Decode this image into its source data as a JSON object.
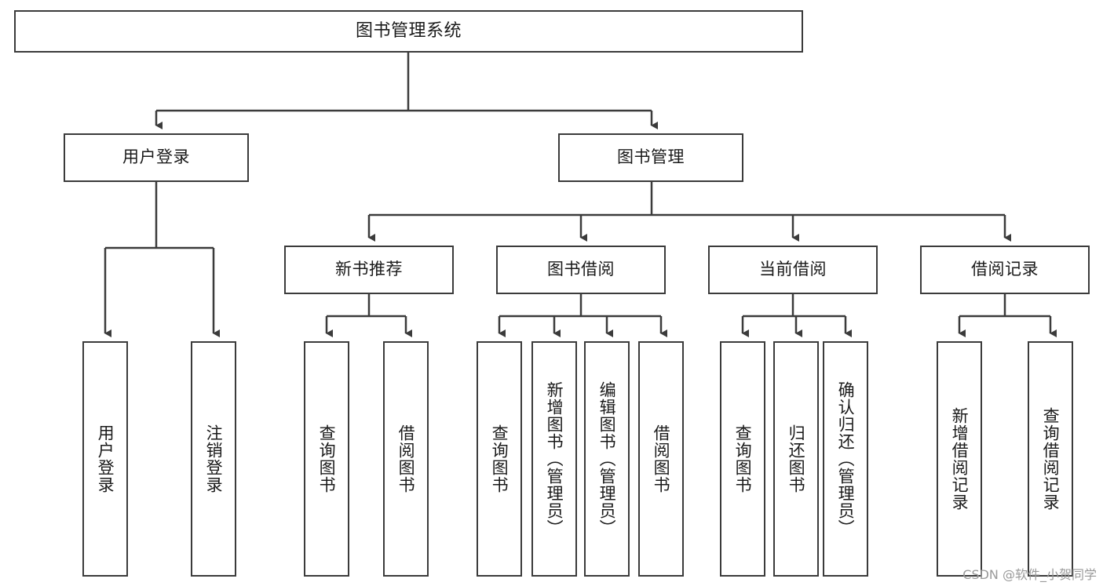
{
  "diagram": {
    "type": "tree-hierarchy",
    "title": "图书管理系统",
    "watermark": "CSDN @软件_小贺同学",
    "colors": {
      "box_border": "#3b3b3b",
      "box_fill": "#ffffff",
      "connector": "#3b3b3b",
      "text": "#1a1a1a",
      "watermark": "#9a9a9a",
      "background": "#ffffff"
    },
    "root": {
      "label": "图书管理系统"
    },
    "level2": [
      {
        "id": "user-login",
        "label": "用户登录"
      },
      {
        "id": "book-management",
        "label": "图书管理"
      }
    ],
    "level3": [
      {
        "id": "new-book-recommend",
        "label": "新书推荐",
        "parent": "book-management"
      },
      {
        "id": "book-borrow",
        "label": "图书借阅",
        "parent": "book-management"
      },
      {
        "id": "current-borrow",
        "label": "当前借阅",
        "parent": "book-management"
      },
      {
        "id": "borrow-record",
        "label": "借阅记录",
        "parent": "book-management"
      }
    ],
    "leaves": [
      {
        "id": "leaf-user-login",
        "label": "用户登录",
        "parent": "user-login"
      },
      {
        "id": "leaf-logout-login",
        "label": "注销登录",
        "parent": "user-login"
      },
      {
        "id": "leaf-query-book-1",
        "label": "查询图书",
        "parent": "new-book-recommend"
      },
      {
        "id": "leaf-borrow-book-1",
        "label": "借阅图书",
        "parent": "new-book-recommend"
      },
      {
        "id": "leaf-query-book-2",
        "label": "查询图书",
        "parent": "book-borrow"
      },
      {
        "id": "leaf-add-book",
        "label": "新增图书（管理员）",
        "parent": "book-borrow"
      },
      {
        "id": "leaf-edit-book",
        "label": "编辑图书（管理员）",
        "parent": "book-borrow"
      },
      {
        "id": "leaf-borrow-book-2",
        "label": "借阅图书",
        "parent": "book-borrow"
      },
      {
        "id": "leaf-query-book-3",
        "label": "查询图书",
        "parent": "current-borrow"
      },
      {
        "id": "leaf-return-book",
        "label": "归还图书",
        "parent": "current-borrow"
      },
      {
        "id": "leaf-confirm-return",
        "label": "确认归还（管理员）",
        "parent": "current-borrow"
      },
      {
        "id": "leaf-add-record",
        "label": "新增借阅记录",
        "parent": "borrow-record"
      },
      {
        "id": "leaf-query-record",
        "label": "查询借阅记录",
        "parent": "borrow-record"
      }
    ]
  }
}
